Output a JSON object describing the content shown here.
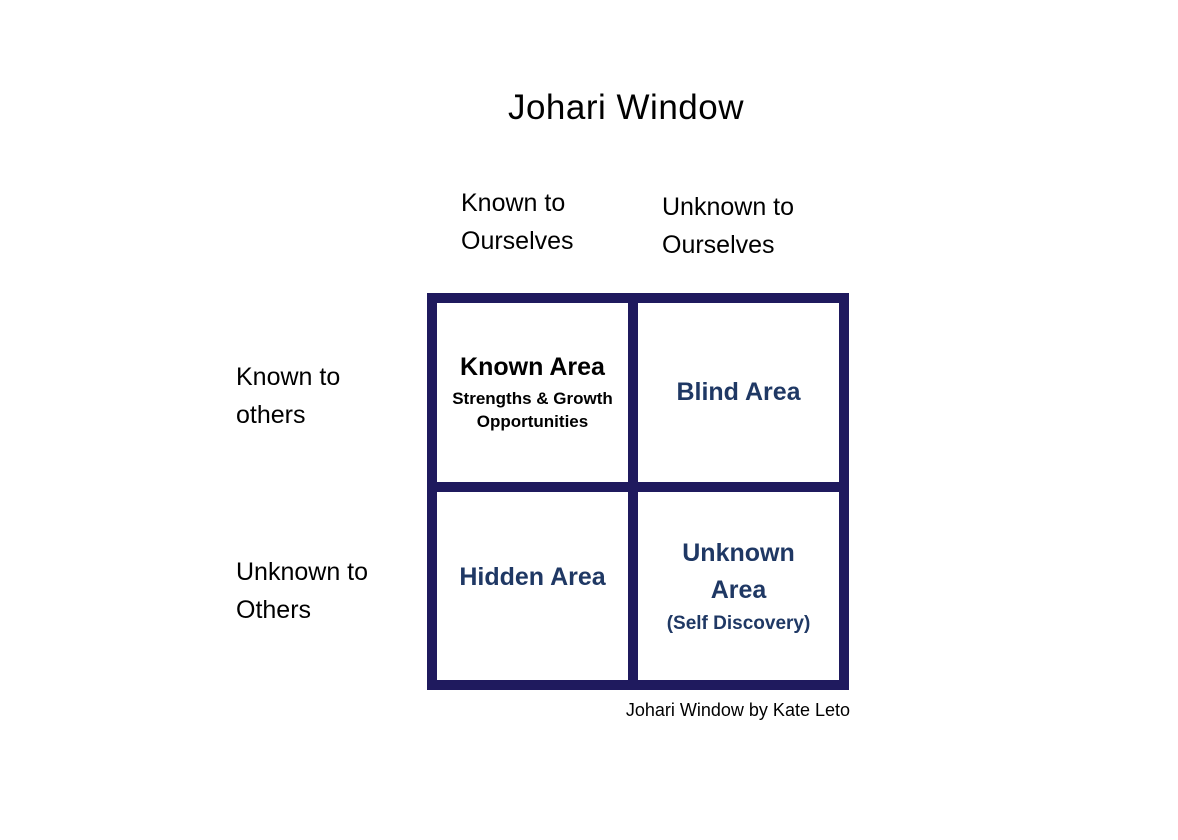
{
  "diagram": {
    "title": "Johari Window",
    "caption": "Johari Window by Kate Leto",
    "column_headers": [
      {
        "label": "Known to Ourselves"
      },
      {
        "label": "Unknown to Ourselves"
      }
    ],
    "row_labels": [
      {
        "label": "Known to others"
      },
      {
        "label": "Unknown to Others"
      }
    ],
    "quadrants": {
      "known": {
        "title": "Known Area",
        "subtitle": "Strengths & Growth Opportunities"
      },
      "blind": {
        "title": "Blind Area"
      },
      "hidden": {
        "title": "Hidden Area"
      },
      "unknown": {
        "title": "Unknown Area",
        "subtitle": "(Self Discovery)"
      }
    },
    "colors": {
      "border_navy": "#1f1a5e",
      "text_navy": "#1f3864",
      "text_black": "#000000"
    }
  }
}
